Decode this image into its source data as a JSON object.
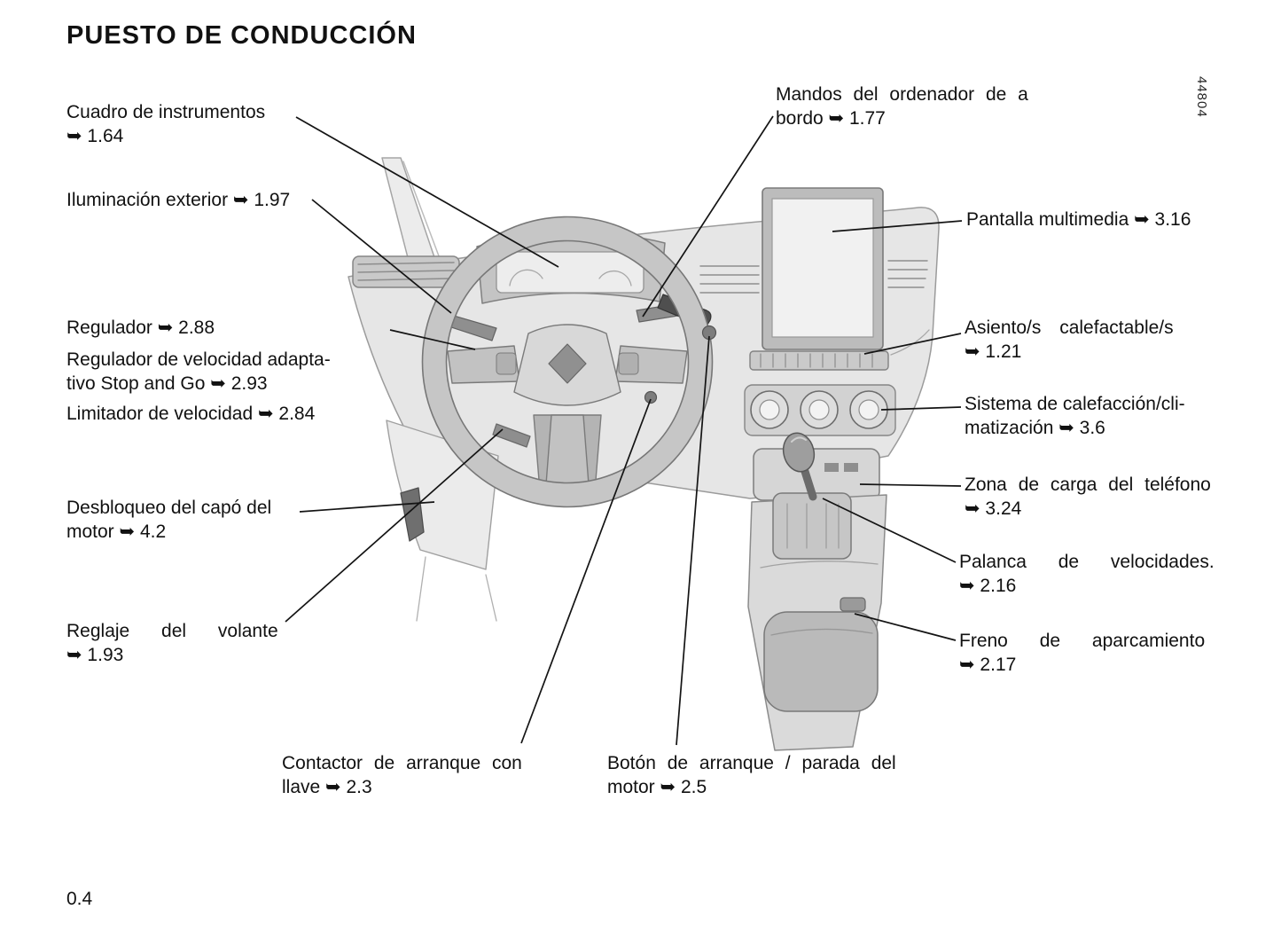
{
  "page": {
    "title": "PUESTO DE CONDUCCIÓN",
    "page_number": "0.4",
    "figure_code": "44804"
  },
  "callouts": {
    "cuadro_instrumentos": {
      "lines": [
        "Cuadro de instrumentos",
        "➥ 1.64"
      ]
    },
    "iluminacion_exterior": {
      "lines": [
        "Iluminación exterior ➥ 1.97"
      ]
    },
    "regulador": {
      "lines": [
        "Regulador ➥ 2.88"
      ]
    },
    "regulador_adaptativo": {
      "lines": [
        "Regulador de velocidad adapta-",
        "tivo Stop and Go ➥ 2.93"
      ]
    },
    "limitador_velocidad": {
      "lines": [
        "Limitador de velocidad ➥ 2.84"
      ]
    },
    "desbloqueo_capo": {
      "lines": [
        "Desbloqueo del capó del",
        "motor ➥ 4.2"
      ]
    },
    "reglaje_volante": {
      "lines": [
        "Reglaje del volante",
        "➥ 1.93"
      ]
    },
    "contactor_arranque": {
      "lines": [
        "Contactor de arranque con",
        "llave ➥ 2.3"
      ]
    },
    "mandos_ordenador": {
      "lines": [
        "Mandos del ordenador de a",
        "bordo ➥ 1.77"
      ]
    },
    "pantalla_multimedia": {
      "lines": [
        "Pantalla multimedia ➥ 3.16"
      ]
    },
    "asientos_calefactables": {
      "lines": [
        "Asiento/s calefactable/s",
        "➥ 1.21"
      ]
    },
    "sistema_calefaccion": {
      "lines": [
        "Sistema de calefacción/cli-",
        "matización ➥ 3.6"
      ]
    },
    "zona_carga_telefono": {
      "lines": [
        "Zona de carga del teléfono",
        "➥ 3.24"
      ]
    },
    "palanca_velocidades": {
      "lines": [
        "Palanca de velocidades.",
        "➥ 2.16"
      ]
    },
    "freno_aparcamiento": {
      "lines": [
        "Freno de aparcamiento",
        "➥ 2.17"
      ]
    },
    "boton_arranque": {
      "lines": [
        "Botón de arranque / parada del",
        "motor ➥ 2.5"
      ]
    }
  }
}
